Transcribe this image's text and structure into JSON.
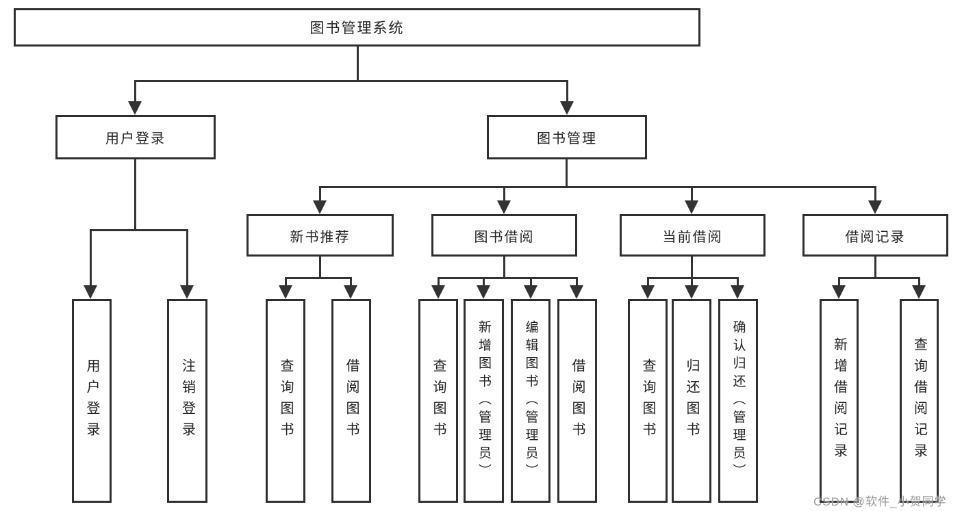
{
  "diagram": {
    "type": "tree-function-structure",
    "root": {
      "label": "图书管理系统"
    },
    "level2": {
      "user_login": {
        "label": "用户登录"
      },
      "book_management": {
        "label": "图书管理"
      }
    },
    "level3": {
      "new_book_recommend": {
        "label": "新书推荐"
      },
      "book_borrowing": {
        "label": "图书借阅"
      },
      "current_borrowing": {
        "label": "当前借阅"
      },
      "borrowing_records": {
        "label": "借阅记录"
      }
    },
    "leaves": {
      "user_login": {
        "label": "用户登录"
      },
      "logout": {
        "label": "注销登录"
      },
      "rec_query_books": {
        "label": "查询图书"
      },
      "rec_borrow_books": {
        "label": "借阅图书"
      },
      "bor_query_books": {
        "label": "查询图书"
      },
      "bor_add_books": {
        "label": "新增图书（管理员）"
      },
      "bor_edit_books": {
        "label": "编辑图书（管理员）"
      },
      "bor_borrow_books": {
        "label": "借阅图书"
      },
      "cur_query_books": {
        "label": "查询图书"
      },
      "cur_return_books": {
        "label": "归还图书"
      },
      "cur_confirm_return": {
        "label": "确认归还（管理员）"
      },
      "rcd_add_record": {
        "label": "新增借阅记录"
      },
      "rcd_query_record": {
        "label": "查询借阅记录"
      }
    },
    "colors": {
      "border": "#2f2f2f",
      "line": "#333333",
      "text": "#222222",
      "watermark": "#969696",
      "background": "#ffffff"
    }
  },
  "watermark": {
    "text": "CSDN @软件_小贺同学"
  }
}
